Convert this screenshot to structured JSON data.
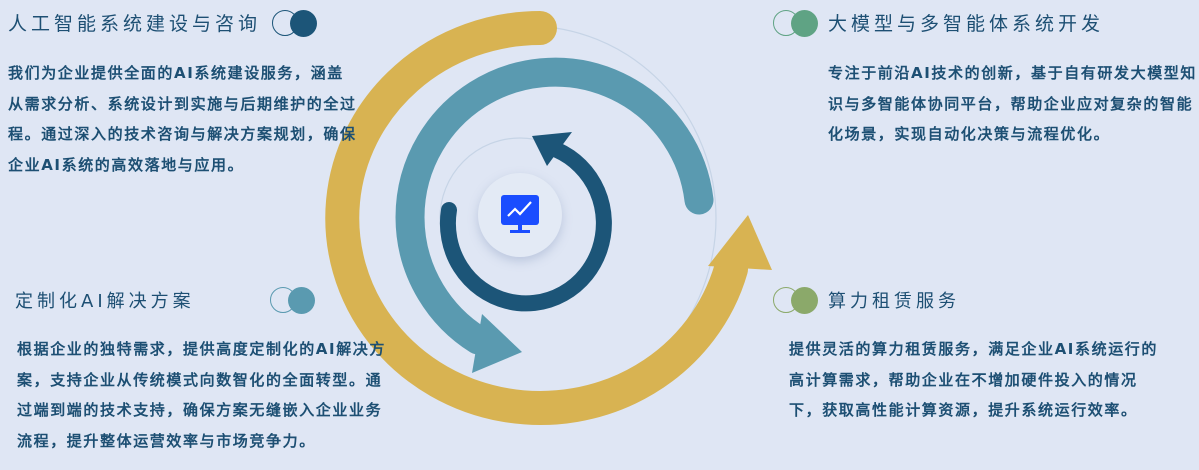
{
  "colors": {
    "gold": "#d8b352",
    "teal": "#5a9ab0",
    "navy": "#1c5578",
    "green": "#5fa384",
    "olive": "#8ba96a",
    "icon_blue": "#1a4dff"
  },
  "center_icon": "monitor-chart-icon",
  "sections": [
    {
      "title": "人工智能系统建设与咨询",
      "body": "我们为企业提供全面的AI系统建设服务，涵盖从需求分析、系统设计到实施与后期维护的全过程。通过深入的技术咨询与解决方案规划，确保企业AI系统的高效落地与应用。"
    },
    {
      "title": "大模型与多智能体系统开发",
      "body": "专注于前沿AI技术的创新，基于自有研发大模型知识与多智能体协同平台，帮助企业应对复杂的智能化场景，实现自动化决策与流程优化。"
    },
    {
      "title": "定制化AI解决方案",
      "body": "根据企业的独特需求，提供高度定制化的AI解决方案，支持企业从传统模式向数智化的全面转型。通过端到端的技术支持，确保方案无缝嵌入企业业务流程，提升整体运营效率与市场竞争力。"
    },
    {
      "title": "算力租赁服务",
      "body": "提供灵活的算力租赁服务，满足企业AI系统运行的高计算需求，帮助企业在不增加硬件投入的情况下，获取高性能计算资源，提升系统运行效率。"
    }
  ]
}
